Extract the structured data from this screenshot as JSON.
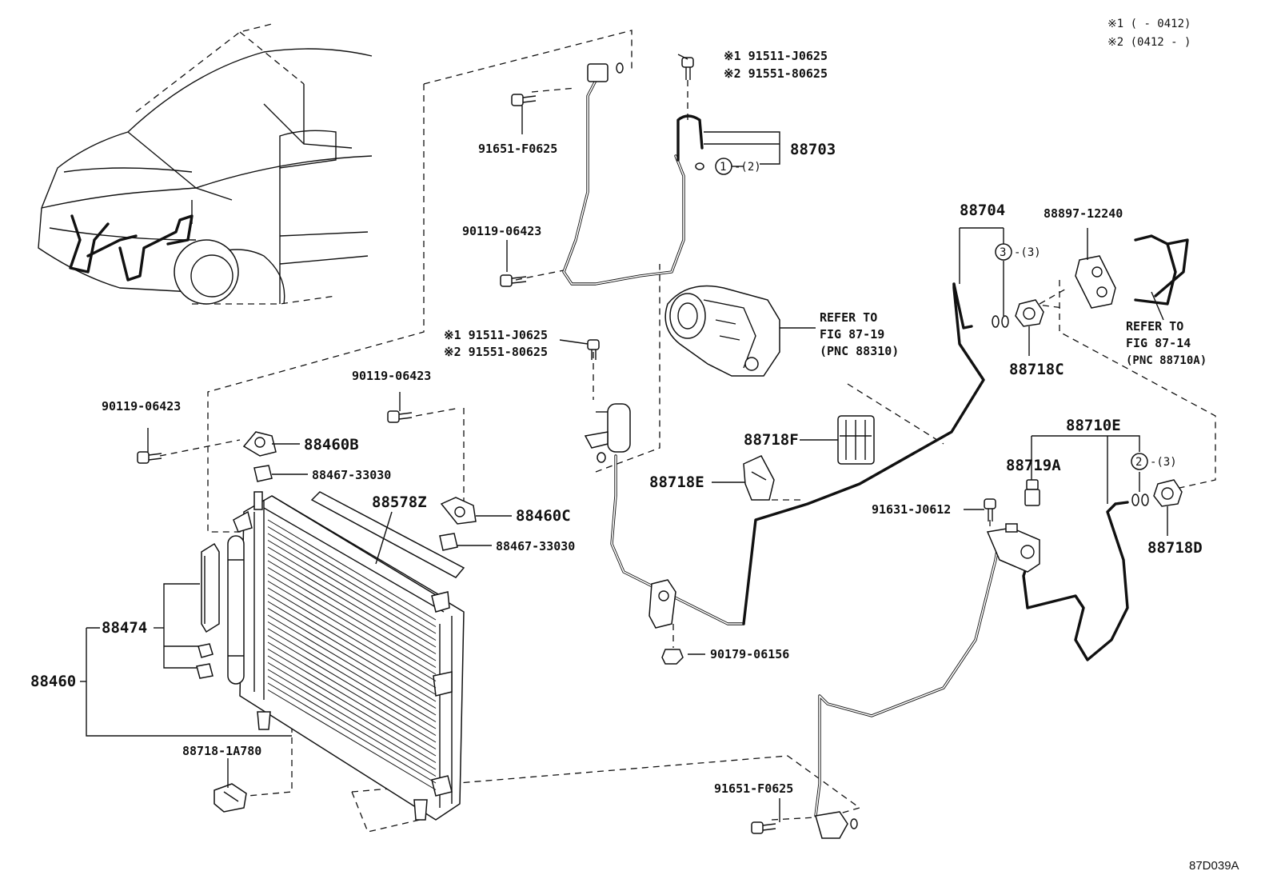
{
  "legend": {
    "note1": "※1 (       - 0412)",
    "note2": "※2 (0412 -       )"
  },
  "labels": {
    "l_91651_F0625_top": "91651-F0625",
    "l_90119_06423_a": "90119-06423",
    "l_note1_91511_top": "※1 91511-J0625",
    "l_note2_91551_top": "※2 91551-80625",
    "l_88703": "88703",
    "l_circle1": "1",
    "l_circle1_qty": "-(2)",
    "l_refer_1": "REFER TO",
    "l_refer_1b": "FIG 87-19",
    "l_refer_1c": "(PNC 88310)",
    "l_88704": "88704",
    "l_circle3": "3",
    "l_circle3_qty": "-(3)",
    "l_88897": "88897-12240",
    "l_refer_2": "REFER TO",
    "l_refer_2b": "FIG 87-14",
    "l_refer_2c": "(PNC 88710A)",
    "l_88718C": "88718C",
    "l_note1_91511_mid": "※1 91511-J0625",
    "l_note2_91551_mid": "※2 91551-80625",
    "l_90119_06423_b": "90119-06423",
    "l_90119_06423_c": "90119-06423",
    "l_88460B": "88460B",
    "l_88467_a": "88467-33030",
    "l_88578Z": "88578Z",
    "l_88460C": "88460C",
    "l_88467_b": "88467-33030",
    "l_88718F": "88718F",
    "l_88718E": "88718E",
    "l_88710E": "88710E",
    "l_88719A": "88719A",
    "l_circle2": "2",
    "l_circle2_qty": "-(3)",
    "l_91631": "91631-J0612",
    "l_88718D": "88718D",
    "l_88474": "88474",
    "l_88460": "88460",
    "l_90179": "90179-06156",
    "l_88718_1A780": "88718-1A780",
    "l_91651_F0625_bot": "91651-F0625",
    "l_figcode": "87D039A"
  },
  "colors": {
    "ink": "#111111",
    "paper": "#ffffff"
  }
}
